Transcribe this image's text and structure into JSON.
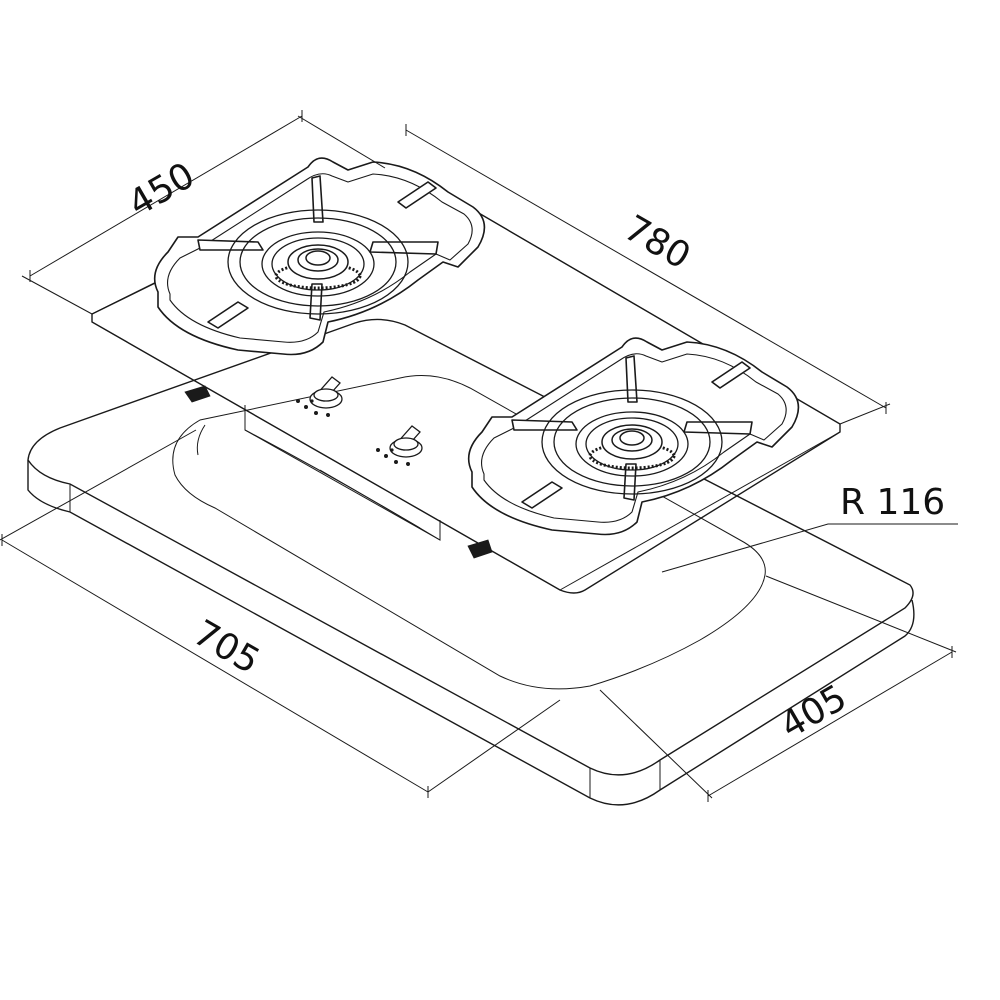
{
  "dimensions": {
    "depth_top": "450",
    "width_top": "780",
    "cutout_width": "705",
    "cutout_depth": "405",
    "cutout_radius": "R 116"
  },
  "colors": {
    "line": "#1a1a1a",
    "background": "#ffffff"
  }
}
